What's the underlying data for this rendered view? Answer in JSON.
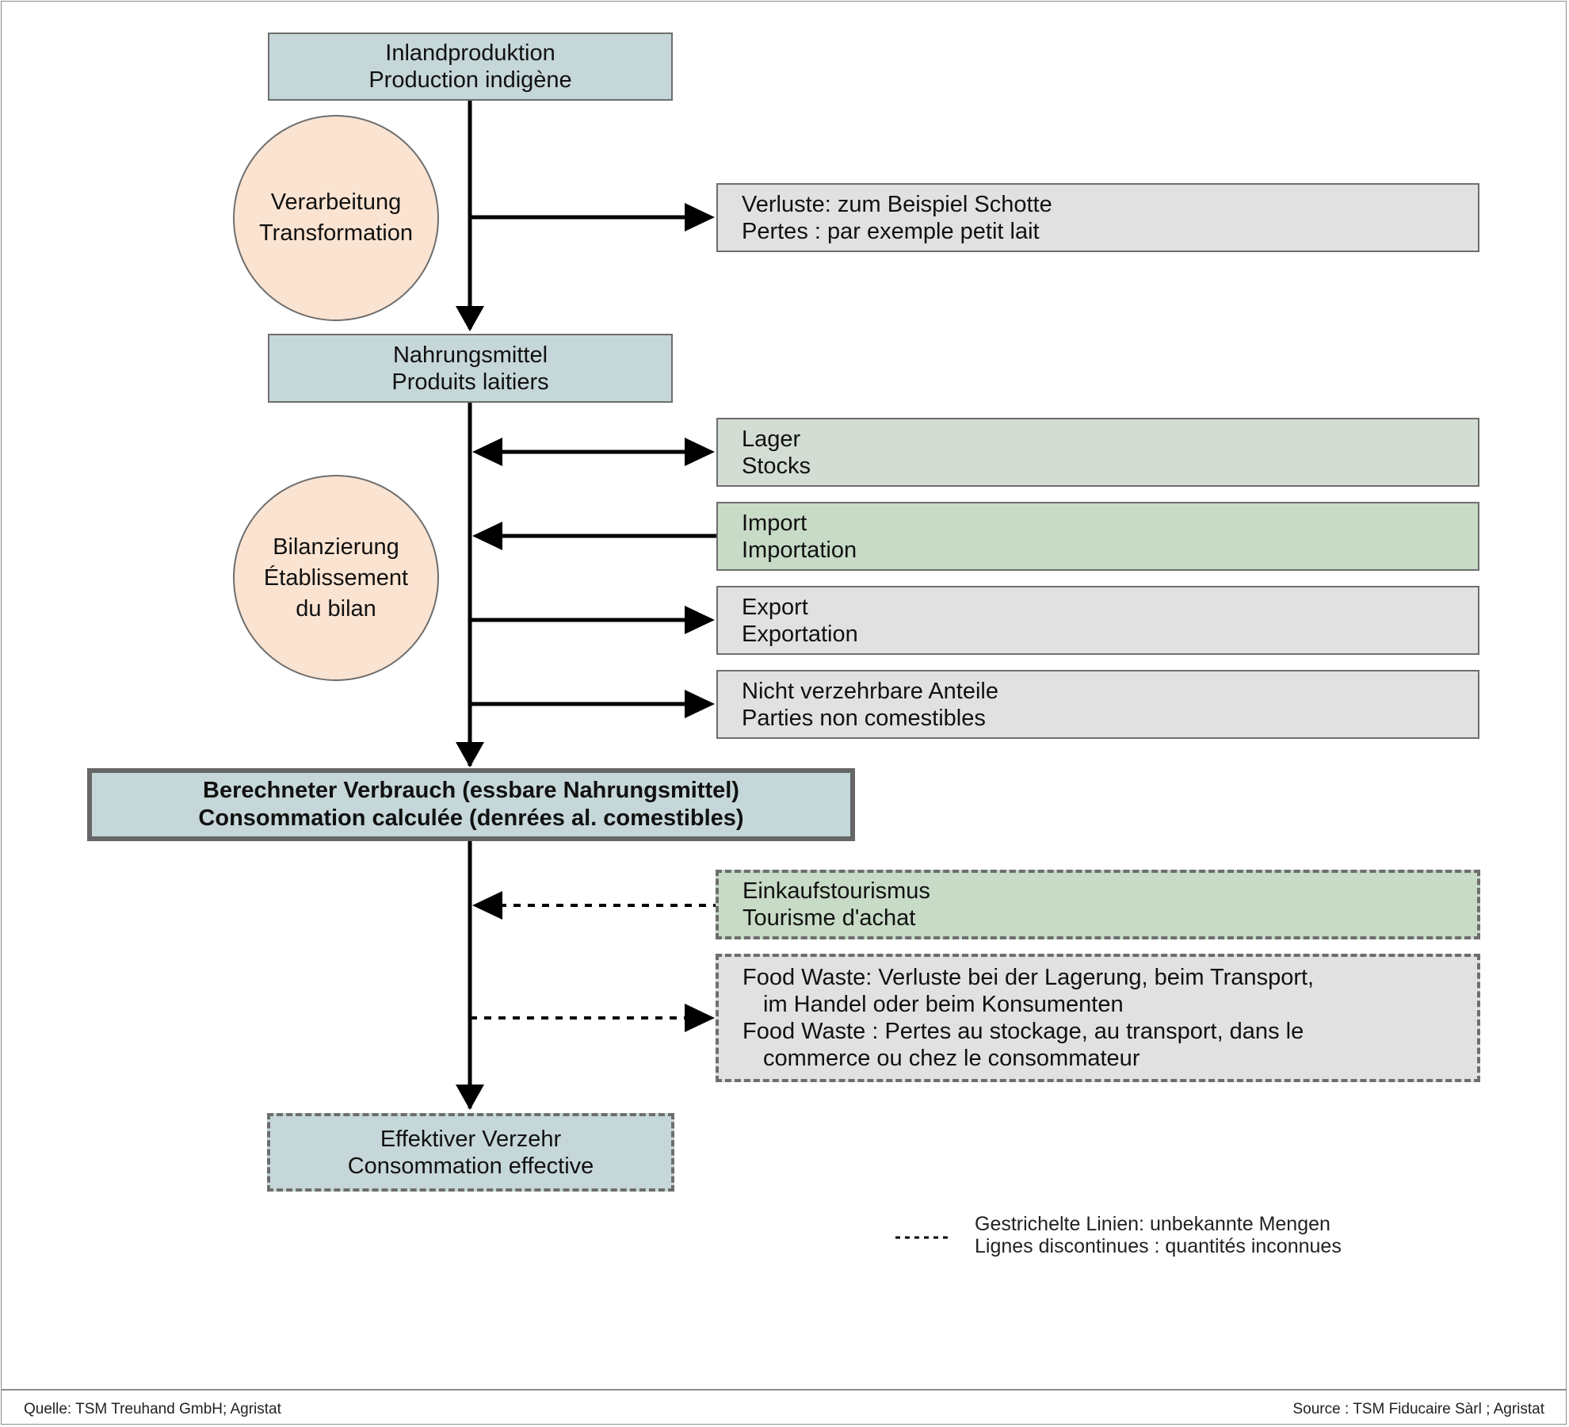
{
  "nodes": {
    "production": {
      "line1": "Inlandproduktion",
      "line2": "Production indigène"
    },
    "processing": {
      "line1": "Verarbeitung",
      "line2": "Transformation"
    },
    "losses": {
      "line1": "Verluste: zum Beispiel Schotte",
      "line2": "Pertes : par exemple petit lait"
    },
    "food": {
      "line1": "Nahrungsmittel",
      "line2": "Produits laitiers"
    },
    "stocks": {
      "line1": "Lager",
      "line2": "Stocks"
    },
    "balance": {
      "line1": "Bilanzierung",
      "line2": "Établissement",
      "line3": "du bilan"
    },
    "import": {
      "line1": "Import",
      "line2": "Importation"
    },
    "export": {
      "line1": "Export",
      "line2": "Exportation"
    },
    "inedible": {
      "line1": "Nicht verzehrbare Anteile",
      "line2": "Parties non comestibles"
    },
    "calculated": {
      "line1": "Berechneter Verbrauch (essbare Nahrungsmittel)",
      "line2": "Consommation calculée (denrées al. comestibles)"
    },
    "shopping_tourism": {
      "line1": "Einkaufstourismus",
      "line2": "Tourisme d'achat"
    },
    "food_waste": {
      "line1": "Food Waste: Verluste bei der Lagerung, beim Transport,",
      "line2": "im Handel oder beim Konsumenten",
      "line3": "Food Waste : Pertes au stockage, au transport, dans le",
      "line4": "commerce ou chez le consommateur"
    },
    "effective": {
      "line1": "Effektiver Verzehr",
      "line2": "Consommation effective"
    }
  },
  "legend": {
    "line1": "Gestrichelte Linien: unbekannte Mengen",
    "line2": "Lignes discontinues : quantités inconnues"
  },
  "footer": {
    "source_de": "Quelle: TSM Treuhand GmbH; Agristat",
    "source_fr": "Source : TSM Fiducaire Sàrl ; Agristat"
  },
  "colors": {
    "blue_box": "#c6d7d9",
    "grey_box": "#e1e1e1",
    "stock_box": "#d3ddd3",
    "import_box": "#c7dbc6",
    "circle": "#fbe3d1",
    "arrow": "#000000"
  }
}
